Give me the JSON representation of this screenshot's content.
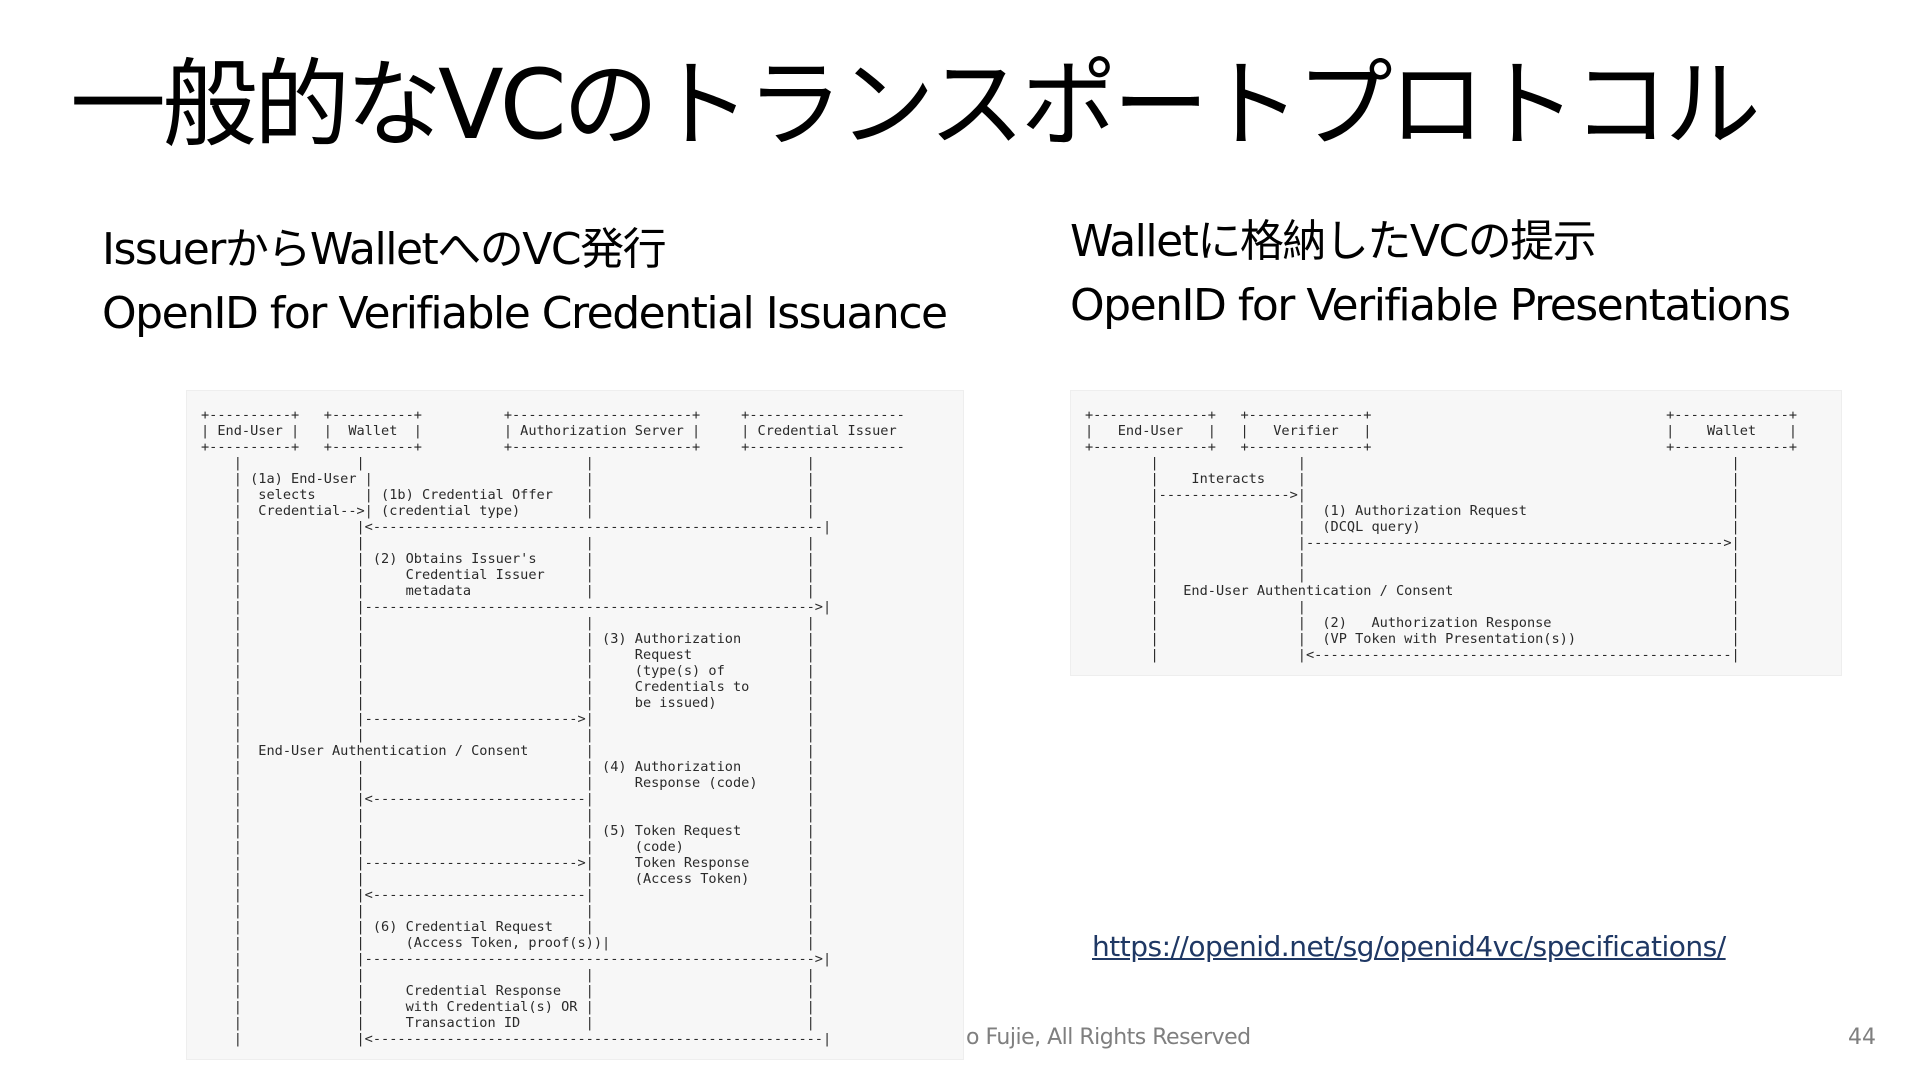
{
  "slide": {
    "title": "一般的なVCのトランスポートプロトコル",
    "page_number": "44",
    "footer": "o Fujie, All Rights Reserved"
  },
  "issuance": {
    "heading_ja": "IssuerからWalletへのVC発行",
    "heading_en": "OpenID for Verifiable Credential Issuance",
    "diagram_text": "+----------+   +----------+          +----------------------+     +-------------------\n| End-User |   |  Wallet  |          | Authorization Server |     | Credential Issuer\n+----------+   +----------+          +----------------------+     +-------------------\n    |              |                           |                          |\n    | (1a) End-User |                          |                          |\n    |  selects      | (1b) Credential Offer    |                          |\n    |  Credential-->| (credential type)        |                          |\n    |              |<-------------------------------------------------------|\n    |              |                           |                          |\n    |              | (2) Obtains Issuer's      |                          |\n    |              |     Credential Issuer     |                          |\n    |              |     metadata              |                          |\n    |              |------------------------------------------------------->|\n    |              |                           |                          |\n    |              |                           | (3) Authorization        |\n    |              |                           |     Request              |\n    |              |                           |     (type(s) of          |\n    |              |                           |     Credentials to       |\n    |              |                           |     be issued)           |\n    |              |-------------------------->|                          |\n    |              |                           |                          |\n    |  End-User Authentication / Consent       |                          |\n    |              |                           | (4) Authorization        |\n    |              |                           |     Response (code)      |\n    |              |<--------------------------|                          |\n    |              |                           |                          |\n    |              |                           | (5) Token Request        |\n    |              |                           |     (code)               |\n    |              |-------------------------->|     Token Response       |\n    |              |                           |     (Access Token)       |\n    |              |<--------------------------|                          |\n    |              |                           |                          |\n    |              | (6) Credential Request    |                          |\n    |              |     (Access Token, proof(s))|                        |\n    |              |------------------------------------------------------->|\n    |              |                           |                          |\n    |              |     Credential Response   |                          |\n    |              |     with Credential(s) OR |                          |\n    |              |     Transaction ID        |                          |\n    |              |<-------------------------------------------------------|"
  },
  "presentation": {
    "heading_ja": "Walletに格納したVCの提示",
    "heading_en": "OpenID for Verifiable Presentations",
    "diagram_text": "+--------------+   +--------------+                                    +--------------+\n|   End-User   |   |   Verifier   |                                    |    Wallet    |\n+--------------+   +--------------+                                    +--------------+\n        |                 |                                                    |\n        |    Interacts    |                                                    |\n        |---------------->|                                                    |\n        |                 |  (1) Authorization Request                         |\n        |                 |  (DCQL query)                                      |\n        |                 |--------------------------------------------------->|\n        |                 |                                                    |\n        |                 |                                                    |\n        |   End-User Authentication / Consent                                  |\n        |                 |                                                    |\n        |                 |  (2)   Authorization Response                      |\n        |                 |  (VP Token with Presentation(s))                   |\n        |                 |<---------------------------------------------------|"
  },
  "link": {
    "url": "https://openid.net/sg/openid4vc/specifications/"
  }
}
